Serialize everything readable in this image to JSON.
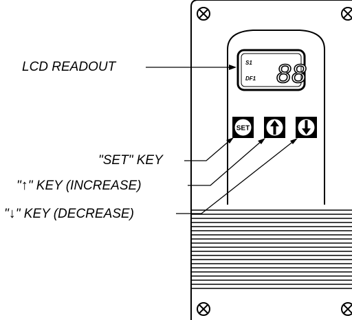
{
  "callouts": {
    "lcd_readout": "LCD READOUT",
    "set_key": "\"SET\" KEY",
    "increase_key_prefix": "\"",
    "increase_key_arrow": "↑",
    "increase_key_suffix": "\" KEY (INCREASE)",
    "decrease_key_prefix": "\"",
    "decrease_key_arrow": "↓",
    "decrease_key_suffix": "\" KEY (DECREASE)"
  },
  "lcd": {
    "indicator_top": "S1",
    "indicator_bottom": "DF1",
    "digits": "88"
  },
  "keys": {
    "set_label": "SET",
    "up_icon": "up-arrow-icon",
    "down_icon": "down-arrow-icon"
  },
  "colors": {
    "ink": "#000000",
    "paper": "#ffffff"
  }
}
